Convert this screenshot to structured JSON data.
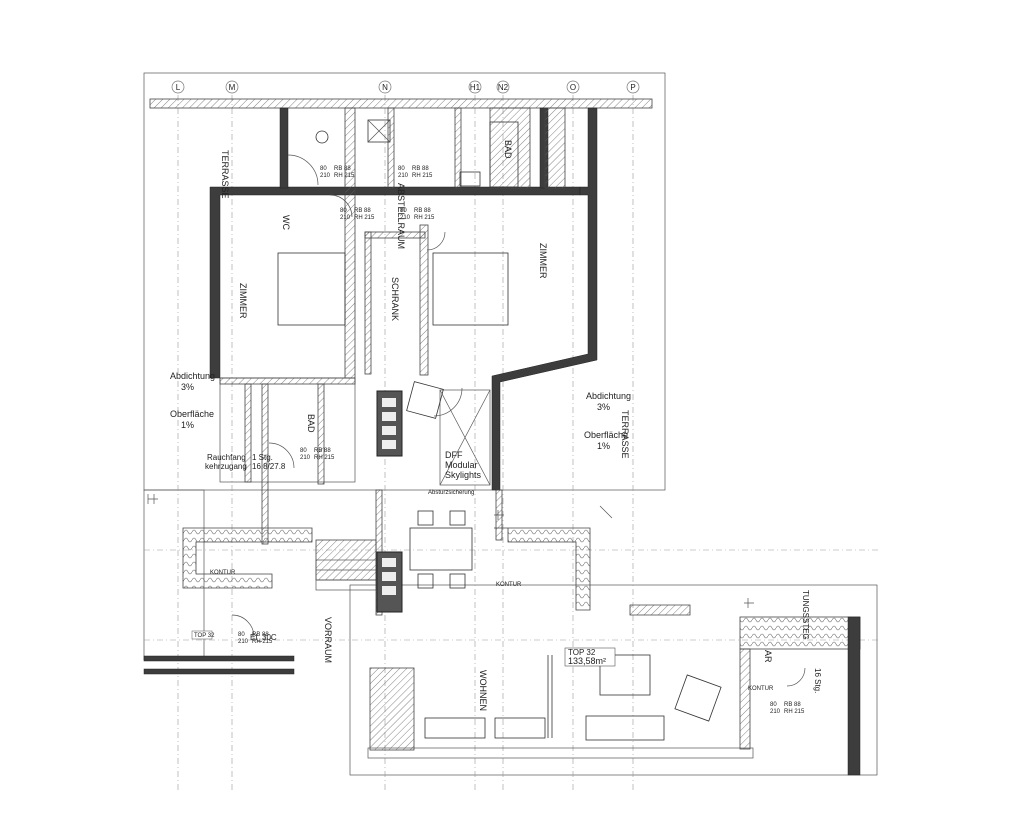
{
  "grid_axes": [
    "L",
    "M",
    "N",
    "H1",
    "N2",
    "O",
    "P"
  ],
  "rooms": {
    "terrasse_left": "TERRASSE",
    "terrasse_right": "TERRASSE",
    "wc": "WC",
    "abstellraum": "ABSTELLRAUM",
    "schrank": "SCHRANK",
    "zimmer_left": "ZIMMER",
    "zimmer_right": "ZIMMER",
    "bad": "BAD",
    "bad_small": "BAD",
    "vorraum": "VORRAUM",
    "wohnen": "WOHNEN",
    "ar": "AR"
  },
  "notes": {
    "abdichtung_left": "Abdichtung",
    "abdichtung_left_pct": "3%",
    "oberflaeche_left": "Oberfläche",
    "oberflaeche_left_pct": "1%",
    "abdichtung_right": "Abdichtung",
    "abdichtung_right_pct": "3%",
    "oberflaeche_right": "Oberfläche",
    "oberflaeche_right_pct": "1%",
    "rauchfang_1": "Rauchfang",
    "rauchfang_2": "kehrzugang",
    "stg_1": "1 Stg.",
    "stg_2": "16.8/27.8",
    "dff_1": "DFF",
    "dff_2": "Modular",
    "dff_3": "Skylights",
    "absturz": "Absturzsicherung",
    "top_label": "TOP 32",
    "top_area": "133,58m²",
    "top_small": "TOP 32",
    "ei30": "EI_30C",
    "kontur_1": "KONTUR",
    "kontur_2": "KONTUR",
    "kontur_3": "KONTUR",
    "stiegenstufe": "16 Stg.",
    "stiegen_text": "TUNGSSTEG"
  },
  "doors": [
    {
      "w": "80",
      "h": "210",
      "rb": "RB 88",
      "rh": "RH 215"
    },
    {
      "w": "80",
      "h": "210",
      "rb": "RB 88",
      "rh": "RH 215"
    },
    {
      "w": "80",
      "h": "210",
      "rb": "RB 88",
      "rh": "RH 215"
    },
    {
      "w": "80",
      "h": "210",
      "rb": "RB 88",
      "rh": "RH 215"
    },
    {
      "w": "80",
      "h": "210",
      "rb": "RB 88",
      "rh": "RH 215"
    },
    {
      "w": "80",
      "h": "210",
      "rb": "RB 88",
      "rh": "RH 215"
    },
    {
      "w": "80",
      "h": "210",
      "rb": "RB 88",
      "rh": "RH 215"
    }
  ]
}
